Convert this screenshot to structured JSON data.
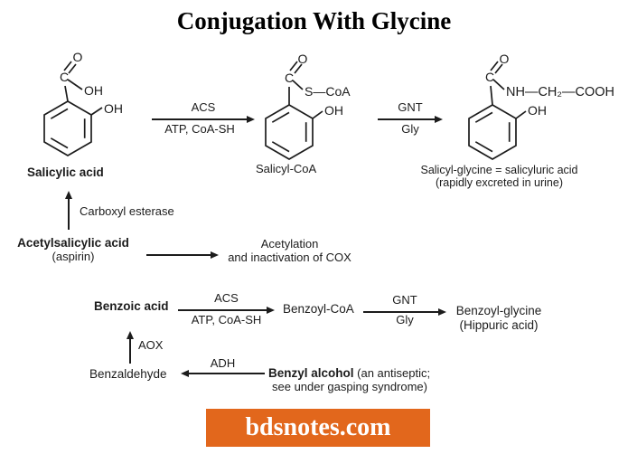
{
  "title": "Conjugation With Glycine",
  "colors": {
    "ink": "#1c1c1c",
    "watermark_bg": "#e2671c",
    "watermark_text": "#ffffff"
  },
  "structures": {
    "salicylic_acid": {
      "atom_o": "O",
      "atom_c": "C",
      "carboxyl_oh": "OH",
      "phenol_oh": "OH",
      "label": "Salicylic acid"
    },
    "salicyl_coa": {
      "atom_o": "O",
      "atom_c": "C",
      "thioester": "S—CoA",
      "phenol_oh": "OH",
      "label": "Salicyl-CoA"
    },
    "salicyl_glycine": {
      "atom_o": "O",
      "atom_c": "C",
      "glycine_chain": "NH—CH₂—COOH",
      "phenol_oh": "OH",
      "caption_line1": "Salicyl-glycine = salicyluric acid",
      "caption_line2": "(rapidly excreted in urine)"
    }
  },
  "reactions": {
    "acs_1": {
      "enzyme": "ACS",
      "cofactors": "ATP, CoA-SH"
    },
    "gnt_1": {
      "enzyme": "GNT",
      "cofactors": "Gly"
    },
    "carboxyl_esterase": {
      "enzyme": "Carboxyl esterase"
    },
    "acetylation": {
      "line1": "Acetylation",
      "line2": "and inactivation of COX"
    },
    "acs_2": {
      "enzyme": "ACS",
      "cofactors": "ATP, CoA-SH"
    },
    "gnt_2": {
      "enzyme": "GNT",
      "cofactors": "Gly"
    },
    "aox": {
      "enzyme": "AOX"
    },
    "adh": {
      "enzyme": "ADH"
    }
  },
  "compounds": {
    "acetylsalicylic_acid": {
      "name": "Acetylsalicylic acid",
      "synonym": "(aspirin)"
    },
    "benzoic_acid": {
      "name": "Benzoic acid"
    },
    "benzoyl_coa": {
      "name": "Benzoyl-CoA"
    },
    "benzoyl_glycine": {
      "name": "Benzoyl-glycine",
      "synonym": "(Hippuric acid)"
    },
    "benzaldehyde": {
      "name": "Benzaldehyde"
    },
    "benzyl_alcohol": {
      "name": "Benzyl alcohol",
      "note_line1": " (an antiseptic;",
      "note_line2": "see under gasping syndrome)"
    }
  },
  "watermark": {
    "text": "bdsnotes.com"
  }
}
